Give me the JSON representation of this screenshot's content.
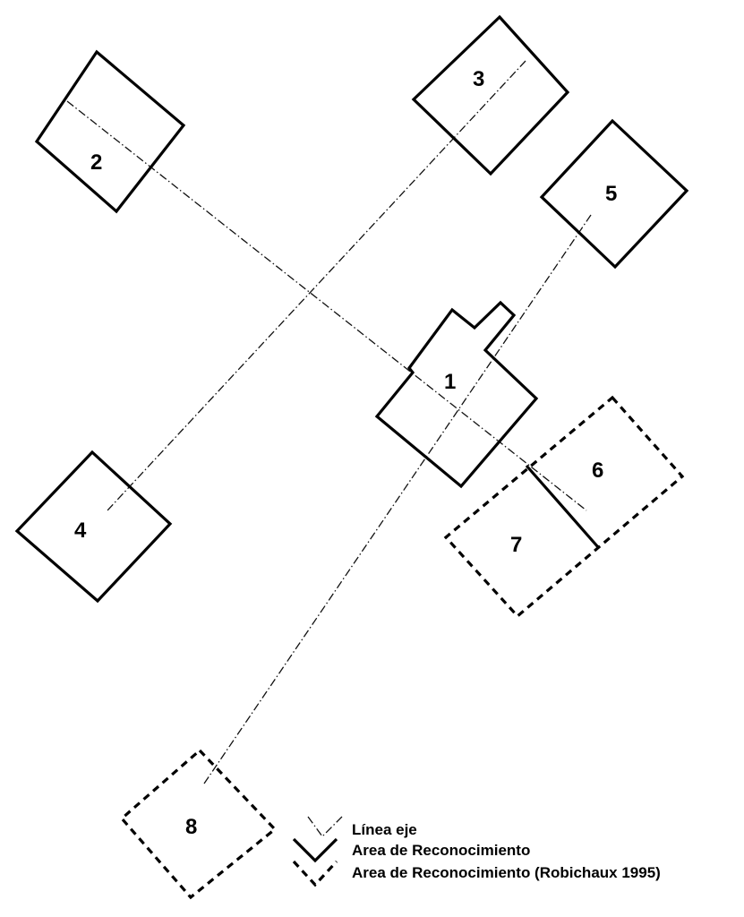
{
  "labels": {
    "s1": "1",
    "s2": "2",
    "s3": "3",
    "s4": "4",
    "s5": "5",
    "s6": "6",
    "s7": "7",
    "s8": "8"
  },
  "legend": {
    "axis_line": "Línea eje",
    "survey_area": "Area de Reconocimiento",
    "survey_area_robichaux": "Area de Reconocimiento  (Robichaux 1995)"
  }
}
